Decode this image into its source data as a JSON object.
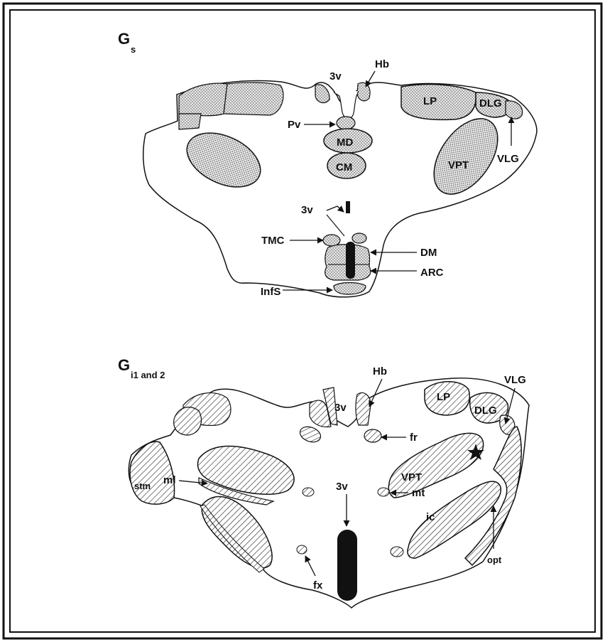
{
  "panels": [
    {
      "title": "G",
      "subscript": "s",
      "labels": {
        "three_v_top": "3v",
        "hb": "Hb",
        "lp": "LP",
        "dlg": "DLG",
        "pv": "Pv",
        "md": "MD",
        "cm": "CM",
        "vpt": "VPT",
        "vlg": "VLG",
        "three_v_mid": "3v",
        "tmc": "TMC",
        "dm": "DM",
        "arc": "ARC",
        "infs": "InfS"
      }
    },
    {
      "title": "G",
      "subscript": "i1 and 2",
      "labels": {
        "hb": "Hb",
        "three_v_top": "3v",
        "lp": "LP",
        "dlg": "DLG",
        "vlg": "VLG",
        "fr": "fr",
        "ml": "ml",
        "stm": "stm",
        "three_v_mid": "3v",
        "vpt": "VPT",
        "mt": "mt",
        "ic": "ic",
        "opt": "opt",
        "fx": "fx"
      }
    }
  ]
}
